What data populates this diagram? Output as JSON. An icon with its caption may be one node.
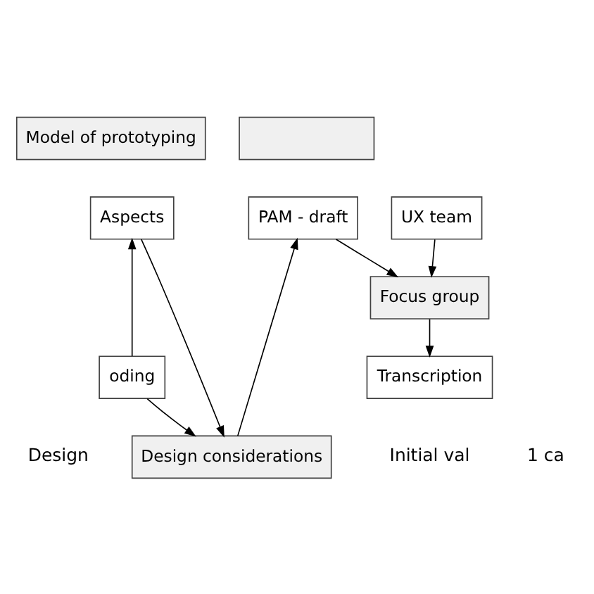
{
  "diagram": {
    "nodes": [
      {
        "text": [
          "Model of prototyping"
        ]
      },
      {
        "text": [],
        "shape": "box"
      },
      {
        "text": [
          "Aspects"
        ]
      },
      {
        "text": [
          "PAM - draft"
        ]
      },
      {
        "text": [
          "Design considerations"
        ]
      },
      {
        "text": [
          "UX team"
        ]
      },
      {
        "text": [
          "Focus group"
        ]
      },
      {
        "text": [
          "oding"
        ]
      },
      {
        "text": [
          "Transcription"
        ]
      }
    ],
    "edges": [
      {
        "from": 2,
        "to": 4,
        "arrow": "to"
      },
      {
        "from": 4,
        "to": 3,
        "arrow": "to"
      },
      {
        "from": 7,
        "to": 2,
        "arrow": "to"
      },
      {
        "from": 7,
        "to": 4,
        "arrow": "to"
      },
      {
        "from": 3,
        "to": 6,
        "arrow": "to"
      },
      {
        "from": 5,
        "to": 6,
        "arrow": "to"
      },
      {
        "from": 6,
        "to": 8,
        "arrow": "to"
      }
    ],
    "labels": [
      "Design",
      "Initial val",
      "1 ca"
    ]
  }
}
